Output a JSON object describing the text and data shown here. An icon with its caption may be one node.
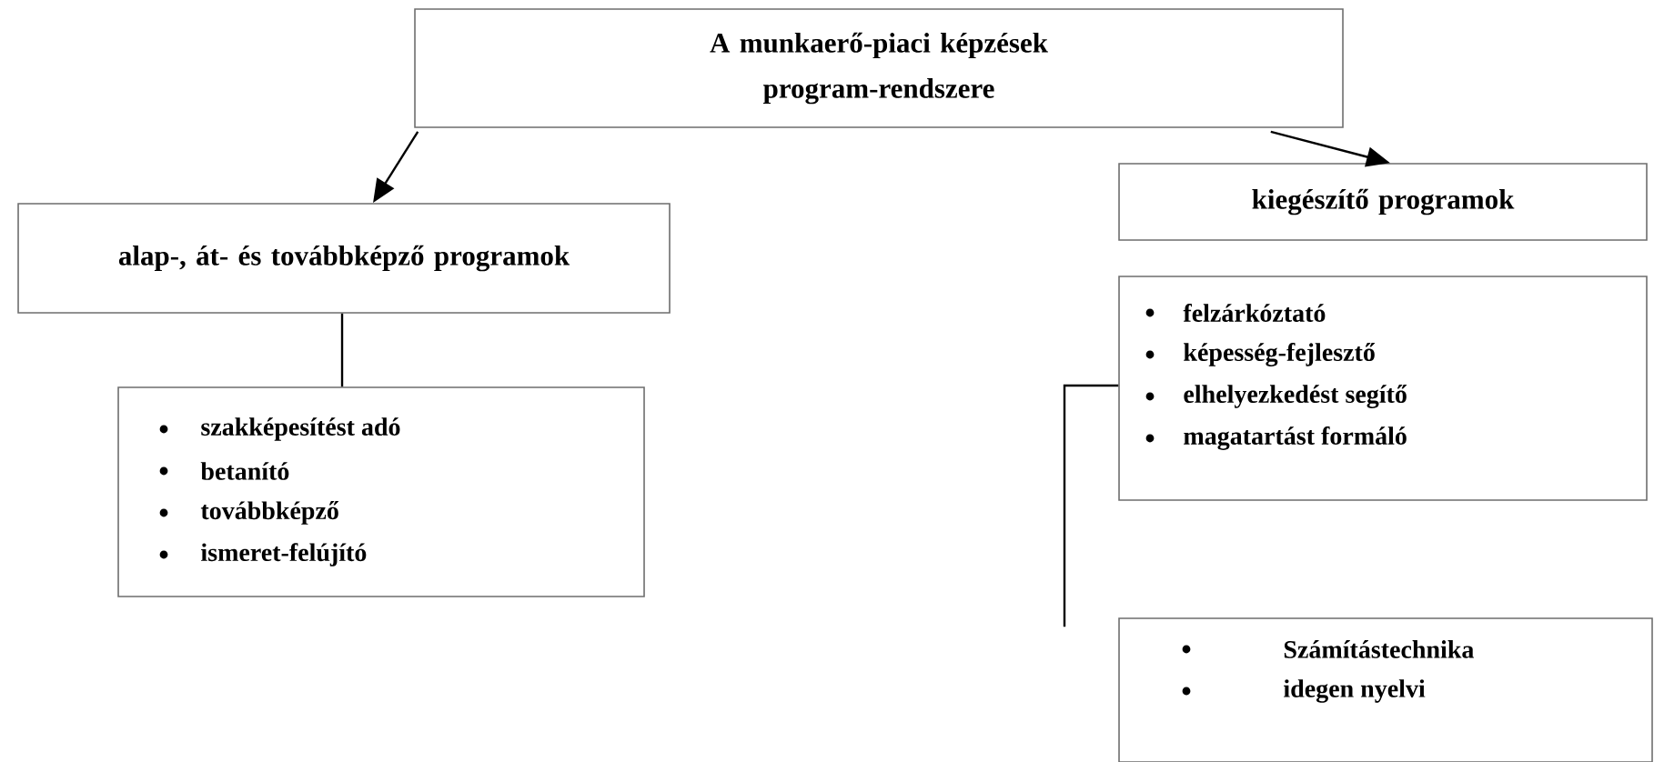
{
  "diagram": {
    "nodes": [
      {
        "text": [
          "A munkaerő-piaci képzések program-rendszere"
        ]
      },
      {
        "text": [
          "alap-, át- és továbbképző programok"
        ]
      },
      {
        "text": [
          "kiegészítő programok"
        ]
      },
      {
        "text": [
          "szakképesítést adó",
          "betanító",
          "továbbképző",
          "ismeret-felújító"
        ]
      },
      {
        "text": [
          "felzárkóztató",
          "képesség-fejlesztő",
          "elhelyezkedést segítő",
          "magatartást formáló"
        ]
      },
      {
        "text": [
          "Számítástechnika",
          "idegen nyelvi"
        ]
      }
    ],
    "edges": [
      {
        "from": 0,
        "to": 1,
        "arrow": "to"
      },
      {
        "from": 0,
        "to": 2,
        "arrow": "to"
      },
      {
        "from": 1,
        "to": 3,
        "arrow": "none"
      },
      {
        "from": 4,
        "to": 5,
        "arrow": "none"
      }
    ]
  }
}
